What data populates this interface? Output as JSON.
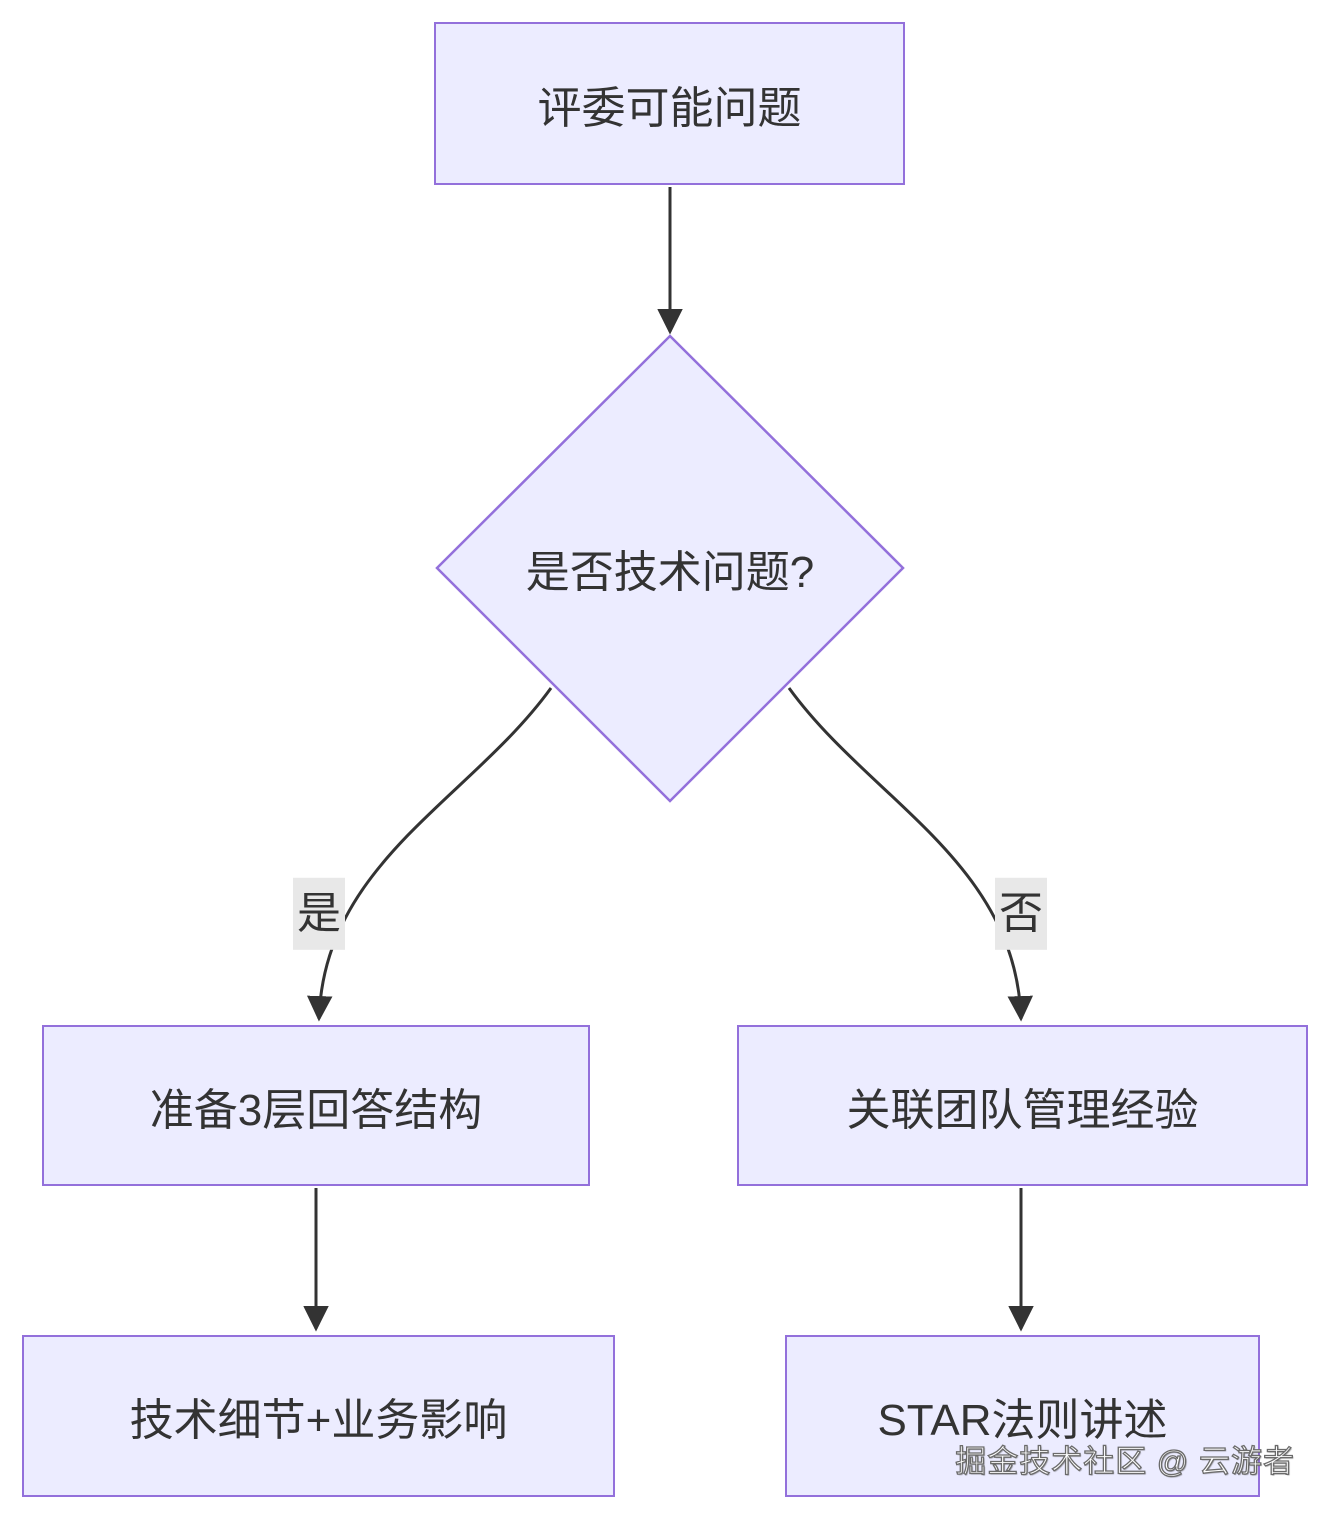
{
  "diagram": {
    "type": "flowchart",
    "direction": "top-down",
    "nodes": {
      "start": {
        "label": "评委可能问题",
        "shape": "rect"
      },
      "decision": {
        "label": "是否技术问题?",
        "shape": "diamond"
      },
      "yes_step1": {
        "label": "准备3层回答结构",
        "shape": "rect"
      },
      "no_step1": {
        "label": "关联团队管理经验",
        "shape": "rect"
      },
      "yes_step2": {
        "label": "技术细节+业务影响",
        "shape": "rect"
      },
      "no_step2": {
        "label": "STAR法则讲述",
        "shape": "rect"
      }
    },
    "edges": [
      {
        "from": "start",
        "to": "decision",
        "label": ""
      },
      {
        "from": "decision",
        "to": "yes_step1",
        "label": "是"
      },
      {
        "from": "decision",
        "to": "no_step1",
        "label": "否"
      },
      {
        "from": "yes_step1",
        "to": "yes_step2",
        "label": ""
      },
      {
        "from": "no_step1",
        "to": "no_step2",
        "label": ""
      }
    ]
  },
  "watermark": "掘金技术社区 @ 云游者",
  "colors": {
    "node_fill": "#ECECFF",
    "node_border": "#9370DB",
    "edge_color": "#333333",
    "text_color": "#333333",
    "edge_label_bg": "#e8e8e8",
    "background": "#ffffff"
  }
}
